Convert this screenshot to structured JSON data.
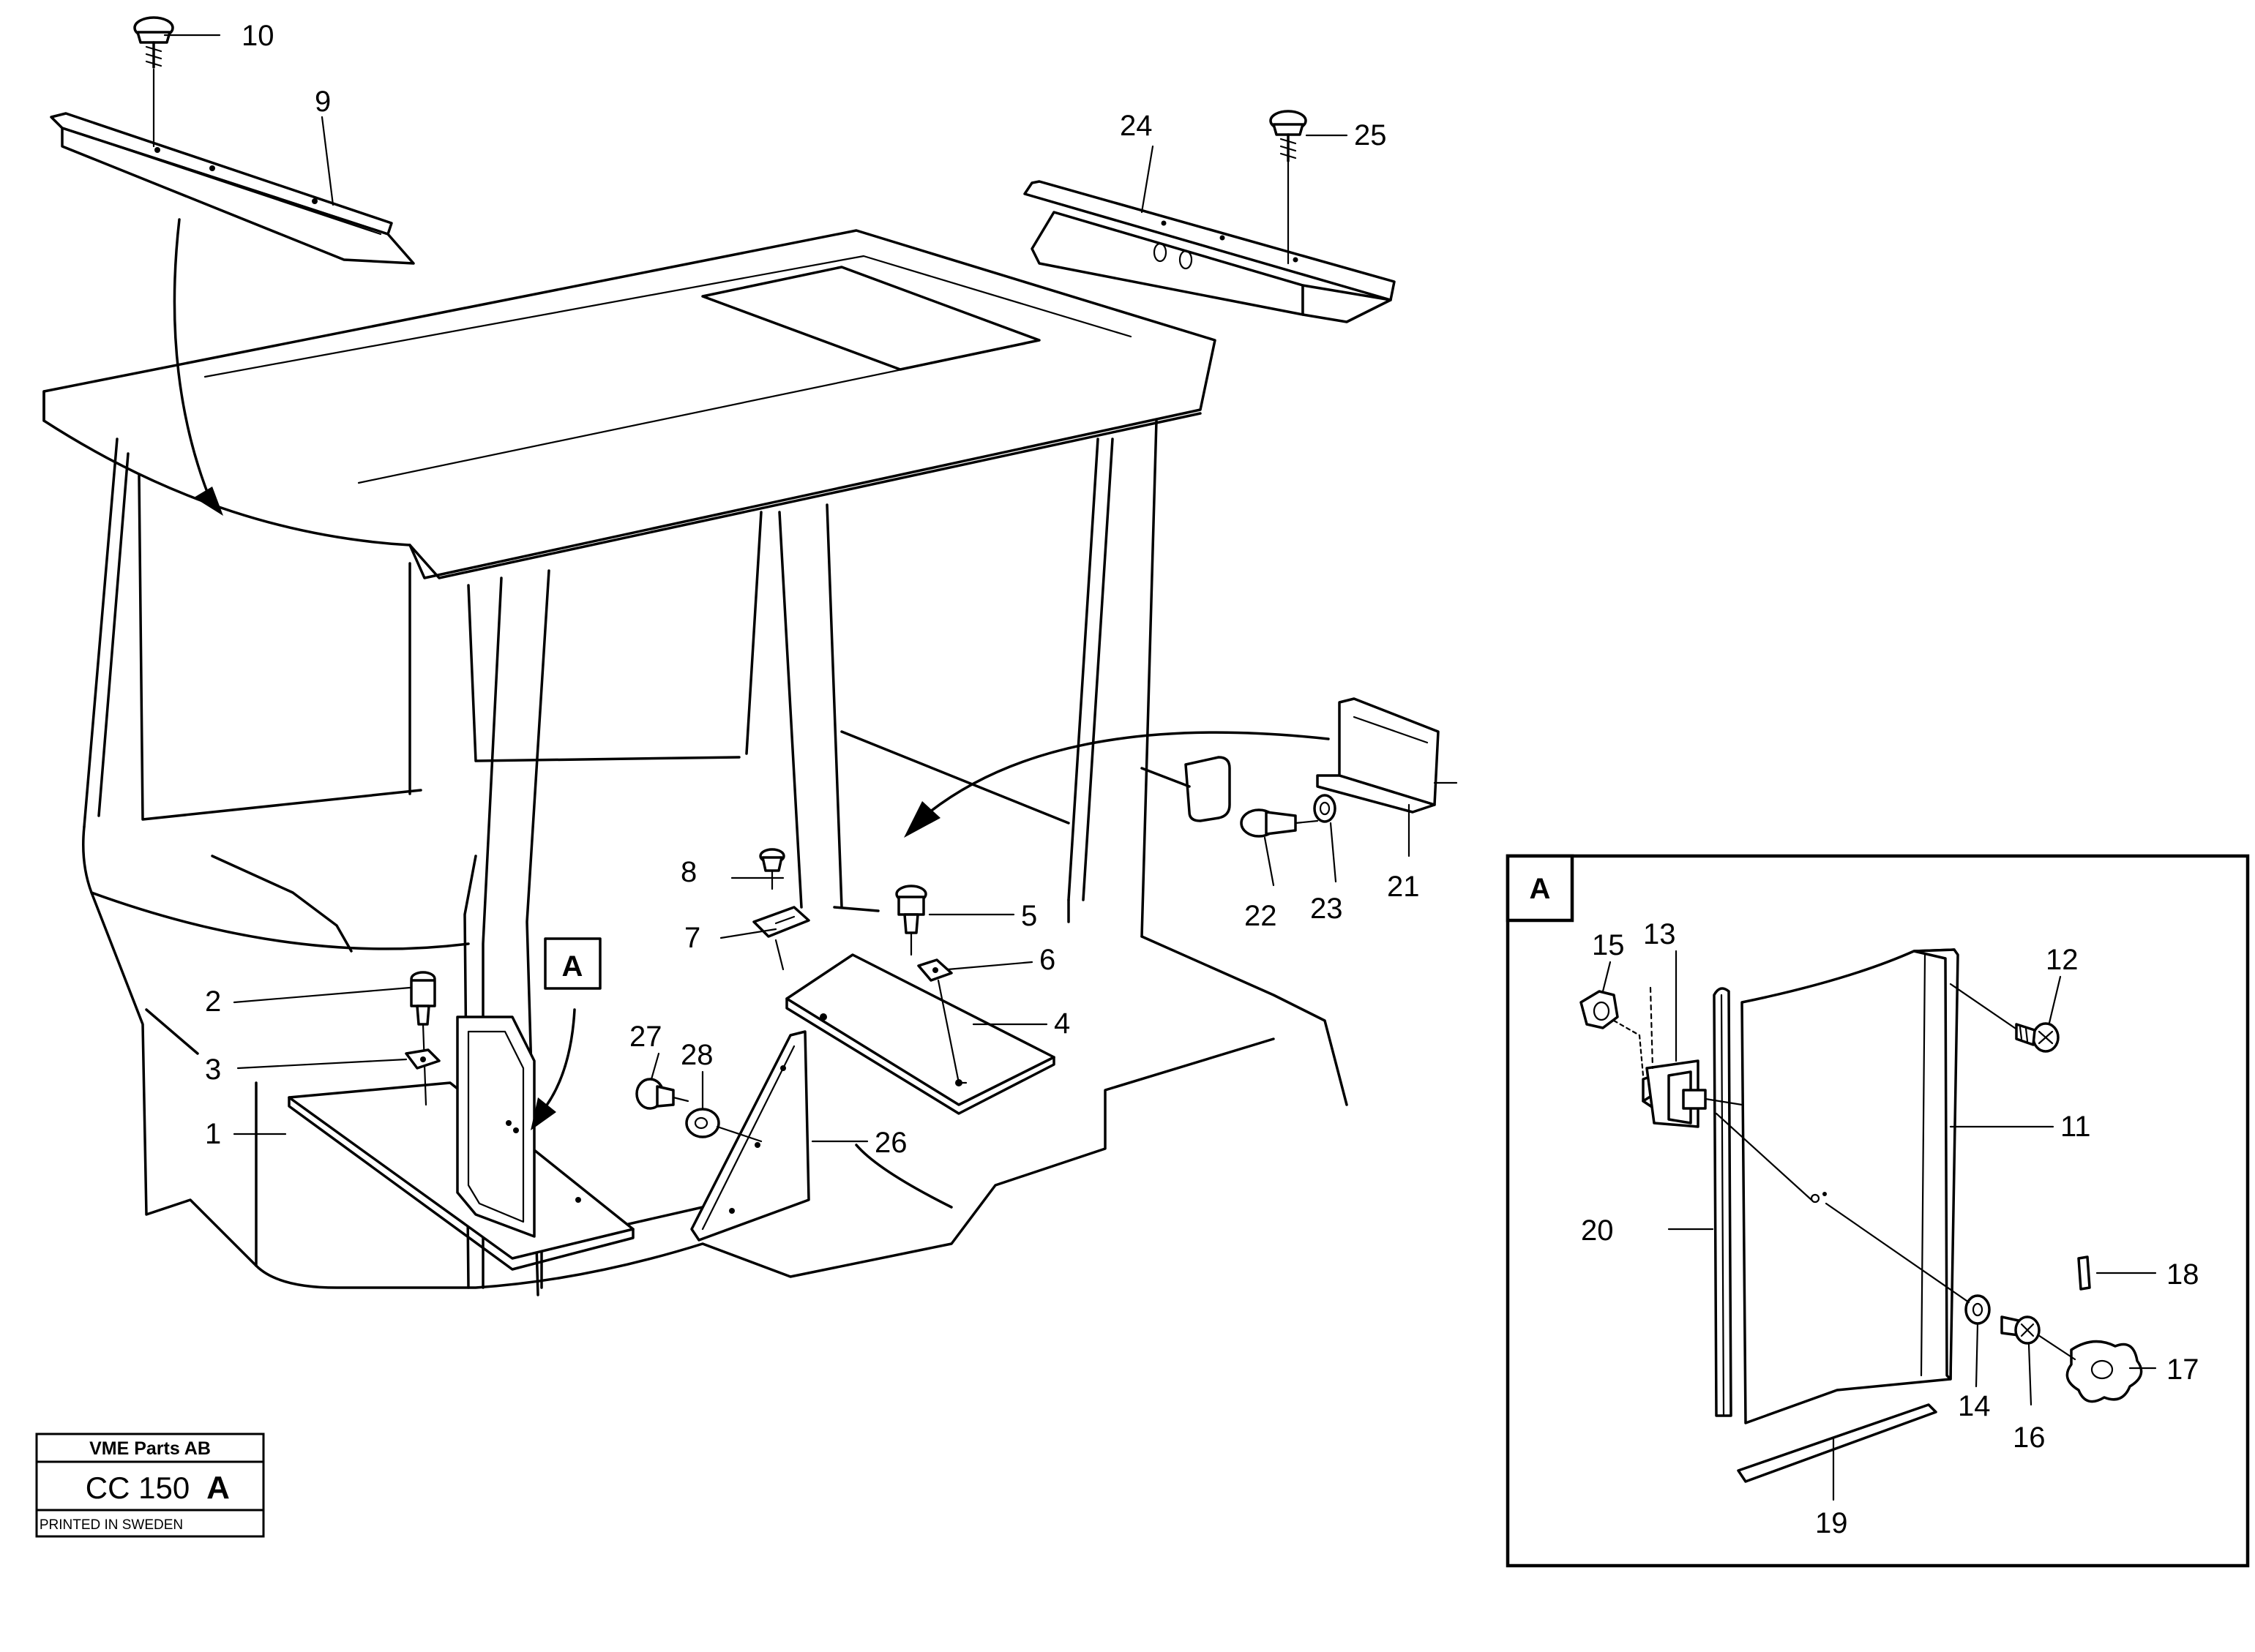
{
  "callouts": {
    "c1": "1",
    "c2": "2",
    "c3": "3",
    "c4": "4",
    "c5": "5",
    "c6": "6",
    "c7": "7",
    "c8": "8",
    "c9": "9",
    "c10": "10",
    "c11": "11",
    "c12": "12",
    "c13": "13",
    "c14": "14",
    "c15": "15",
    "c16": "16",
    "c17": "17",
    "c18": "18",
    "c19": "19",
    "c20": "20",
    "c21": "21",
    "c22": "22",
    "c23": "23",
    "c24": "24",
    "c25": "25",
    "c26": "26",
    "c27": "27",
    "c28": "28"
  },
  "detail_marker": "A",
  "detail_box_label": "A",
  "title_block": {
    "company": "VME Parts AB",
    "code": "CC 150",
    "suffix": "A",
    "printed": "PRINTED IN SWEDEN"
  }
}
